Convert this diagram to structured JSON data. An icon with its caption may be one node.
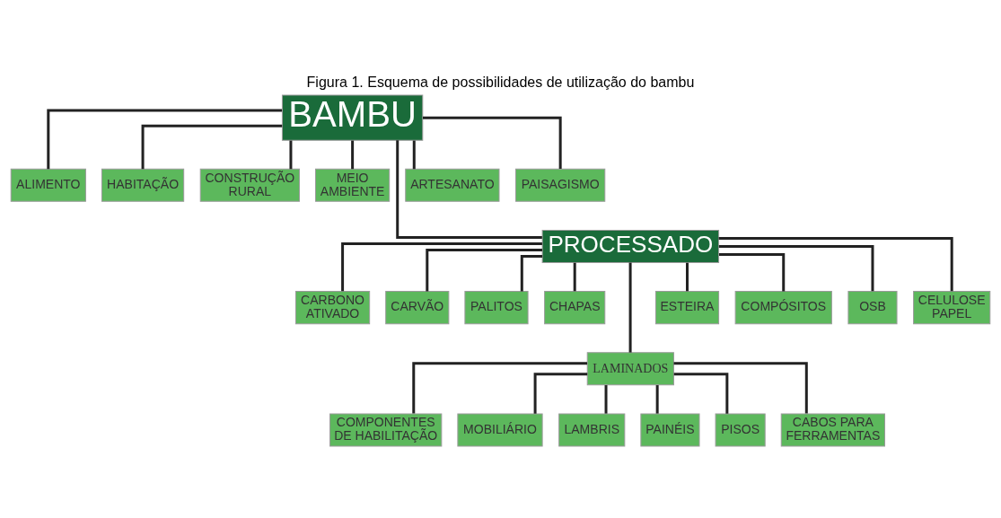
{
  "diagram": {
    "title": "Figura 1. Esquema de possibilidades de utilização do bambu",
    "nodes": [
      {
        "text": [
          "BAMBU"
        ]
      },
      {
        "text": [
          "ALIMENTO"
        ]
      },
      {
        "text": [
          "HABITAÇÃO"
        ]
      },
      {
        "text": [
          "CONSTRUÇÃO RURAL"
        ]
      },
      {
        "text": [
          "MEIO AMBIENTE"
        ]
      },
      {
        "text": [
          "ARTESANATO"
        ]
      },
      {
        "text": [
          "PAISAGISMO"
        ]
      },
      {
        "text": [
          "PROCESSADO"
        ]
      },
      {
        "text": [
          "CARBONO ATIVADO"
        ]
      },
      {
        "text": [
          "CARVÃO"
        ]
      },
      {
        "text": [
          "PALITOS"
        ]
      },
      {
        "text": [
          "CHAPAS"
        ]
      },
      {
        "text": [
          "LAMINADOS"
        ]
      },
      {
        "text": [
          "ESTEIRA"
        ]
      },
      {
        "text": [
          "COMPÓSITOS"
        ]
      },
      {
        "text": [
          "OSB"
        ]
      },
      {
        "text": [
          "CELULOSE PAPEL"
        ]
      },
      {
        "text": [
          "COMPONENTES DE HABILITAÇÃO"
        ]
      },
      {
        "text": [
          "MOBILIÁRIO"
        ]
      },
      {
        "text": [
          "LAMBRIS"
        ]
      },
      {
        "text": [
          "PAINÉIS"
        ]
      },
      {
        "text": [
          "PISOS"
        ]
      },
      {
        "text": [
          "CABOS PARA FERRAMENTAS"
        ]
      }
    ],
    "edges": [
      {
        "from": 0,
        "to": 1,
        "arrow": "none"
      },
      {
        "from": 0,
        "to": 2,
        "arrow": "none"
      },
      {
        "from": 0,
        "to": 3,
        "arrow": "none"
      },
      {
        "from": 0,
        "to": 4,
        "arrow": "none"
      },
      {
        "from": 0,
        "to": 5,
        "arrow": "none"
      },
      {
        "from": 0,
        "to": 6,
        "arrow": "none"
      },
      {
        "from": 0,
        "to": 7,
        "arrow": "none"
      },
      {
        "from": 7,
        "to": 8,
        "arrow": "none"
      },
      {
        "from": 7,
        "to": 9,
        "arrow": "none"
      },
      {
        "from": 7,
        "to": 10,
        "arrow": "none"
      },
      {
        "from": 7,
        "to": 11,
        "arrow": "none"
      },
      {
        "from": 7,
        "to": 12,
        "arrow": "none"
      },
      {
        "from": 7,
        "to": 13,
        "arrow": "none"
      },
      {
        "from": 7,
        "to": 14,
        "arrow": "none"
      },
      {
        "from": 7,
        "to": 15,
        "arrow": "none"
      },
      {
        "from": 7,
        "to": 16,
        "arrow": "none"
      },
      {
        "from": 12,
        "to": 17,
        "arrow": "none"
      },
      {
        "from": 12,
        "to": 18,
        "arrow": "none"
      },
      {
        "from": 12,
        "to": 19,
        "arrow": "none"
      },
      {
        "from": 12,
        "to": 20,
        "arrow": "none"
      },
      {
        "from": 12,
        "to": 21,
        "arrow": "none"
      },
      {
        "from": 12,
        "to": 22,
        "arrow": "none"
      }
    ]
  }
}
